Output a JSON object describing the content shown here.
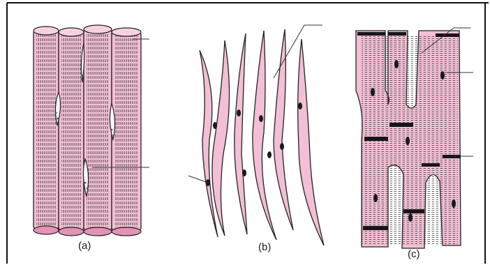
{
  "panels": [
    {
      "id": "a",
      "label": "(a)"
    },
    {
      "id": "b",
      "label": "(b)"
    },
    {
      "id": "c",
      "label": "(c)"
    }
  ],
  "colors": {
    "cell_fill": "#f2bfd4",
    "cell_end": "#e492b6",
    "outline": "#222222",
    "striation": "#333333",
    "nucleus": "#1a1a1a",
    "intercalated_disc": "#161616",
    "frame": "#111111"
  }
}
